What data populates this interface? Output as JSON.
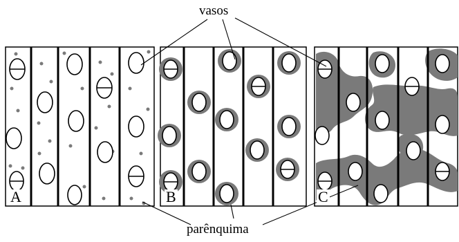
{
  "labels": {
    "top": "vasos",
    "bottom": "parênquima"
  },
  "panels": [
    {
      "letter": "A",
      "pattern": "diffuse"
    },
    {
      "letter": "B",
      "pattern": "vasicentric"
    },
    {
      "letter": "C",
      "pattern": "confluent"
    }
  ],
  "colors": {
    "line": "#000000",
    "vessel_fill": "#ffffff",
    "parenchyma": "#7a7a7a",
    "background": "#ffffff"
  }
}
